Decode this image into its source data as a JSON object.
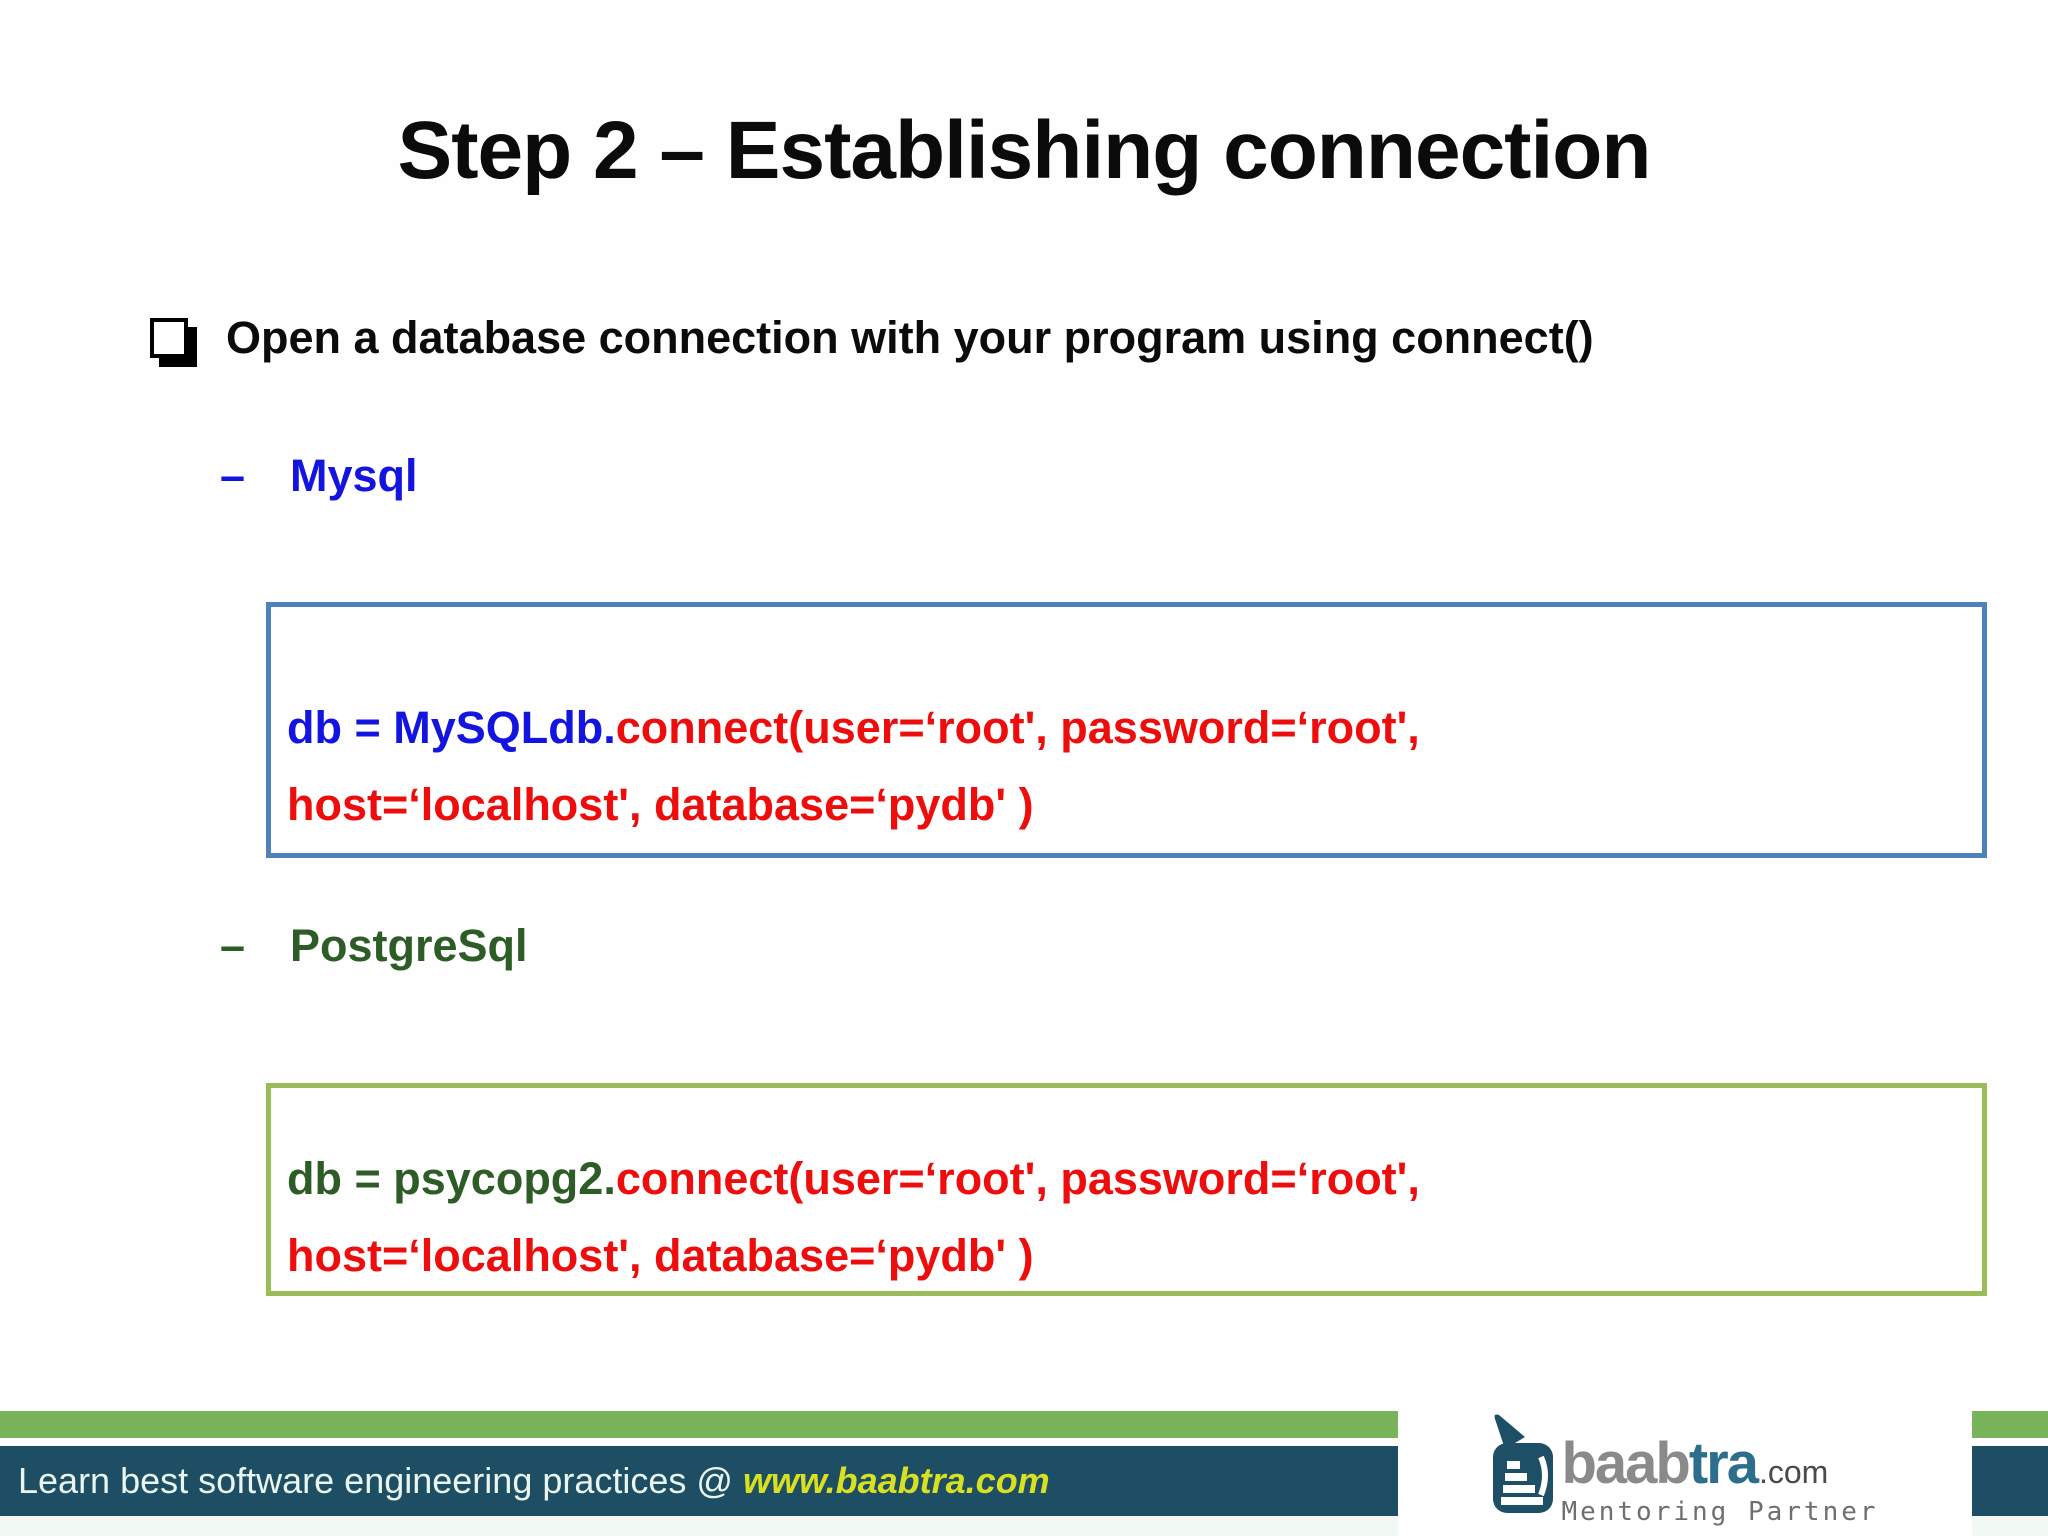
{
  "slide": {
    "title": "Step 2 – Establishing connection",
    "bullet": {
      "icon": "shadowed-square-bullet",
      "text": "Open a database connection with your program using connect()"
    },
    "sections": [
      {
        "dash": "–",
        "label": "Mysql",
        "code": {
          "prefix": "db = MySQLdb.",
          "line1_rest": "connect(user=‘root', password=‘root',",
          "line2": "host=‘localhost', database=‘pydb' )"
        }
      },
      {
        "dash": "–",
        "label": "PostgreSql",
        "code": {
          "prefix": "db = psycopg2.",
          "line1_rest": "connect(user=‘root', password=‘root',",
          "line2": "host=‘localhost', database=‘pydb' )"
        }
      }
    ]
  },
  "footer": {
    "message": "Learn best software engineering practices @ ",
    "link": "www.baabtra.com"
  },
  "logo": {
    "name_part1": "baab",
    "name_part2": "tra",
    "domain": ".com",
    "tagline": "Mentoring Partner"
  },
  "colors": {
    "mysql_accent": "#1414e0",
    "postgre_accent": "#2e5c27",
    "code_red": "#ee0d0d",
    "mysql_box_border": "#4f81bd",
    "postgre_box_border": "#9bbb59",
    "footer_green_bar": "#79b35a",
    "footer_teal_bar": "#1d4e63",
    "footer_link_yellow": "#d9e021",
    "logo_teal": "#2d6e8d",
    "logo_gray": "#8a8a8a"
  }
}
